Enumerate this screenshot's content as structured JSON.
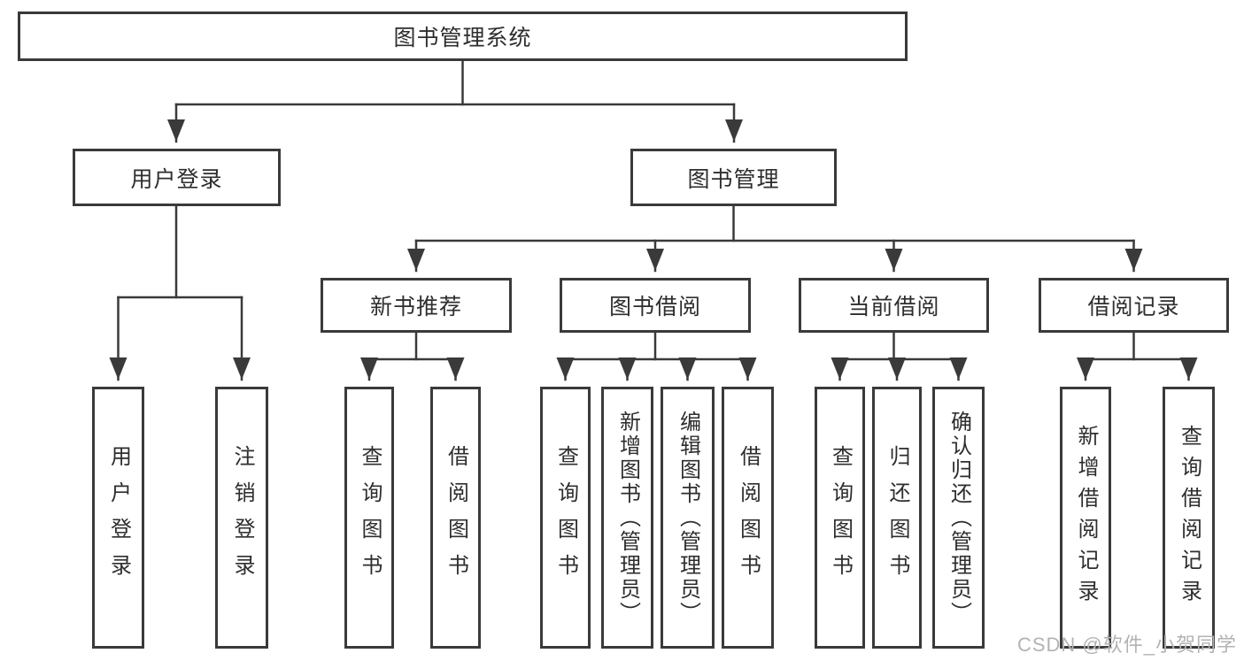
{
  "title": "图书管理系统",
  "tree": {
    "root": {
      "label": "图书管理系统",
      "children": [
        {
          "label": "用户登录",
          "children": [
            {
              "label": "用户登录"
            },
            {
              "label": "注销登录"
            }
          ]
        },
        {
          "label": "图书管理",
          "children": [
            {
              "label": "新书推荐",
              "children": [
                {
                  "label": "查询图书"
                },
                {
                  "label": "借阅图书"
                }
              ]
            },
            {
              "label": "图书借阅",
              "children": [
                {
                  "label": "查询图书"
                },
                {
                  "label": "新增图书（管理员）"
                },
                {
                  "label": "编辑图书（管理员）"
                },
                {
                  "label": "借阅图书"
                }
              ]
            },
            {
              "label": "当前借阅",
              "children": [
                {
                  "label": "查询图书"
                },
                {
                  "label": "归还图书"
                },
                {
                  "label": "确认归还（管理员）"
                }
              ]
            },
            {
              "label": "借阅记录",
              "children": [
                {
                  "label": "新增借阅记录"
                },
                {
                  "label": "查询借阅记录"
                }
              ]
            }
          ]
        }
      ]
    }
  },
  "colors": {
    "line": "#3a3a3a",
    "text": "#2e2e2e",
    "watermark": "#b3b3b3",
    "background": "#ffffff"
  },
  "watermark": "CSDN @软件_小贺同学"
}
